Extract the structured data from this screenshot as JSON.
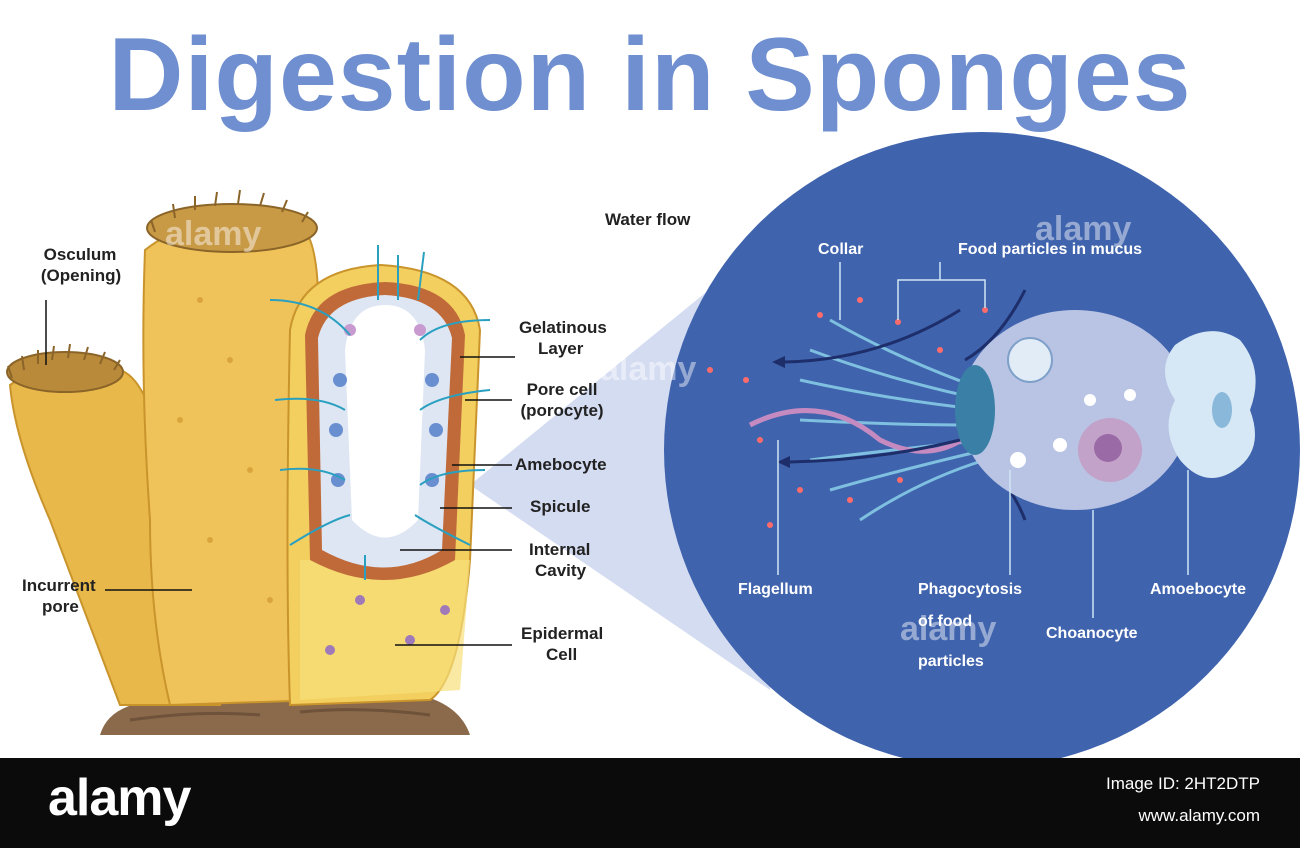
{
  "title": "Digestion in Sponges",
  "labels": {
    "osculum": "Osculum",
    "osculum_sub": "(Opening)",
    "incurrent": "Incurrent",
    "incurrent_sub": "pore",
    "water_flow": "Water flow",
    "gelatinous": "Gelatinous",
    "gelatinous_sub": "Layer",
    "pore_cell": "Pore cell",
    "pore_cell_sub": "(porocyte)",
    "amebocyte": "Amebocyte",
    "spicule": "Spicule",
    "internal": "Internal",
    "internal_sub": "Cavity",
    "epidermal": "Epidermal",
    "epidermal_sub": "Cell",
    "collar": "Collar",
    "food_particles": "Food particles in mucus",
    "flagellum": "Flagellum",
    "phagocytosis": "Phagocytosis",
    "phagocytosis_2": "of food",
    "phagocytosis_3": "particles",
    "choanocyte": "Choanocyte",
    "amoebocyte": "Amoebocyte"
  },
  "watermark": "alamy",
  "footer": {
    "logo": "alamy",
    "image_id": "Image ID: 2HT2DTP",
    "site": "www.alamy.com"
  },
  "colors": {
    "title": "#6f8fd0",
    "circle": "#3f63ad",
    "sponge": "#e8b94a",
    "footer": "#0b0b0b"
  }
}
